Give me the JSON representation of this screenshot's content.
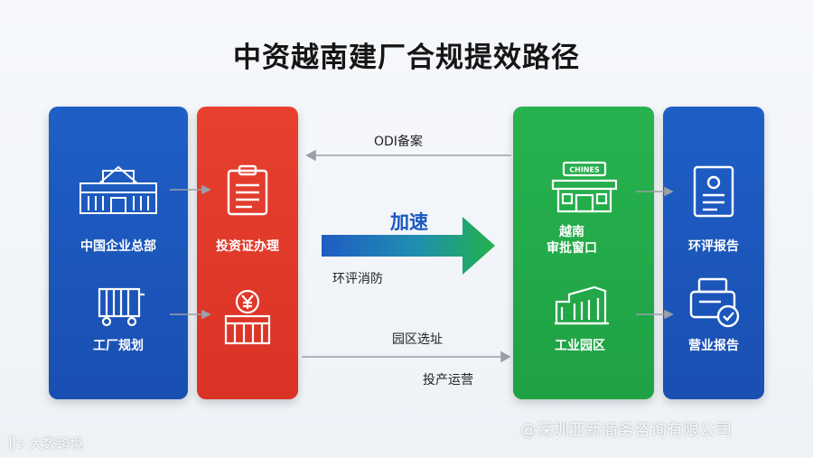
{
  "title": "中资越南建厂合规提效路径",
  "left_panel": {
    "items": [
      {
        "label": "中国企业总部",
        "icon": "building-icon"
      },
      {
        "label": "工厂规划",
        "icon": "factory-cart-icon"
      }
    ]
  },
  "red_panel": {
    "items": [
      {
        "label": "投资证办理",
        "icon": "clipboard-icon"
      },
      {
        "label": "",
        "icon": "yuan-coin-box-icon"
      }
    ]
  },
  "green_panel": {
    "items": [
      {
        "label_line1": "越南",
        "label_line2": "审批窗口",
        "icon": "storefront-icon",
        "sign_text": "CHINES"
      },
      {
        "label": "工业园区",
        "icon": "industrial-building-icon"
      }
    ]
  },
  "right_panel": {
    "items": [
      {
        "label": "环评报告",
        "icon": "document-icon"
      },
      {
        "label": "营业报告",
        "icon": "printer-check-icon"
      }
    ]
  },
  "flows": {
    "odi": "ODI备案",
    "accelerate": "加速",
    "fire": "环评消防",
    "park_site": "园区选址",
    "operation": "投产运营"
  },
  "watermarks": {
    "left": "大数跨境",
    "right": "@深圳亚新商务咨询有限公司"
  },
  "colors": {
    "blue": "#1e5fc6",
    "red": "#e8402f",
    "green": "#27b24f",
    "accent_text": "#1a58c0"
  }
}
